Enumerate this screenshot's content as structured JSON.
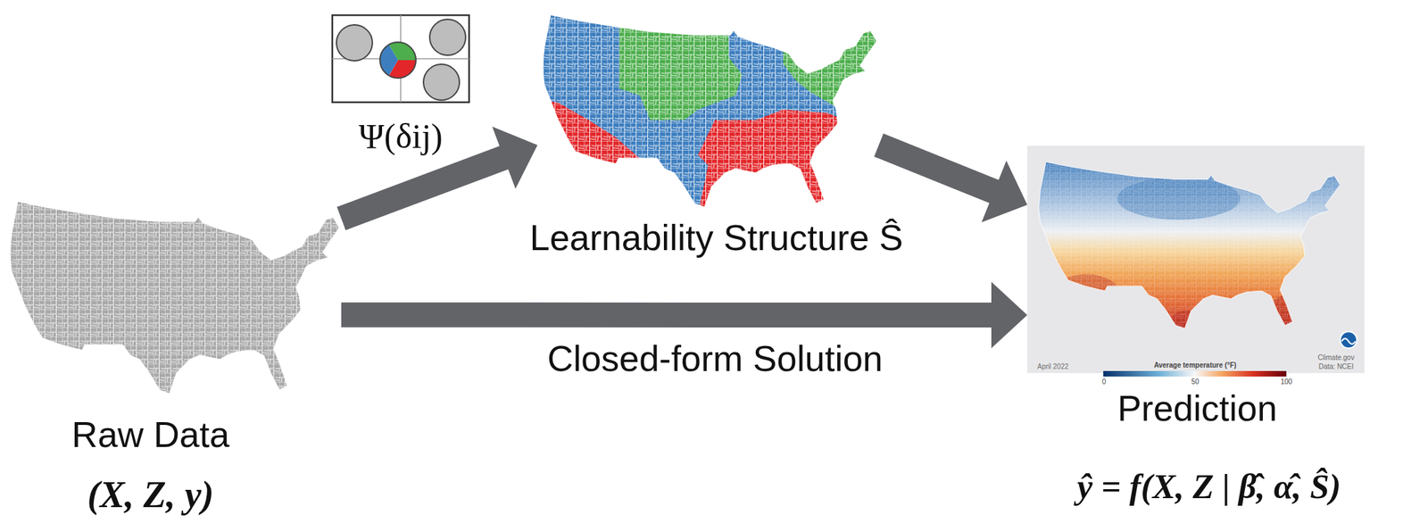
{
  "diagram": {
    "nodes": [
      {
        "text": [
          "Raw Data",
          "(X, Z, y)"
        ]
      },
      {
        "text": [
          "Learnability Structure Ŝ"
        ]
      },
      {
        "text": [
          "Prediction",
          "ŷ = f(X, Z | β̂, α̂, Ŝ)"
        ]
      }
    ],
    "edges": [
      {
        "from": 0,
        "to": 1,
        "arrow": "to"
      },
      {
        "from": 1,
        "to": 2,
        "arrow": "to"
      },
      {
        "from": 0,
        "to": 2,
        "arrow": "to",
        "label": "Closed-form Solution"
      }
    ],
    "labels": [
      "Ψ(δij)",
      "April 2022",
      "Average temperature (°F)",
      "0",
      "50",
      "100",
      "Climate.gov",
      "Data: NCEI"
    ]
  }
}
